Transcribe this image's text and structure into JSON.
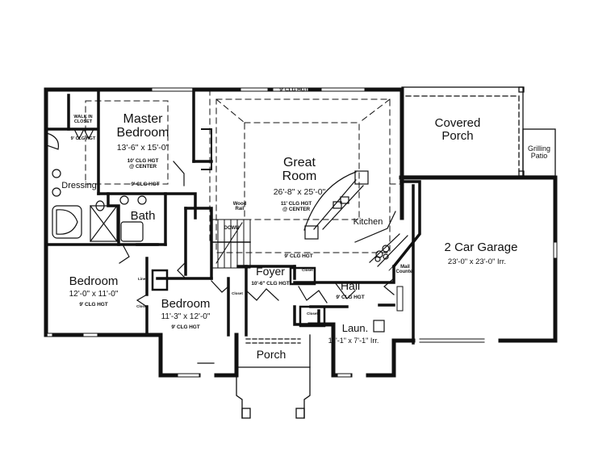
{
  "plan": {
    "rooms": {
      "walk_in_closet": {
        "name": "WALK IN\nCLOSET",
        "line1": "WALK IN",
        "line2": "CLOSET",
        "clg": "9' CLG HGT"
      },
      "master_bedroom": {
        "name1": "Master",
        "name2": "Bedroom",
        "dims": "13'-6\" x 15'-0\"",
        "clg1": "10' CLG HGT",
        "clg2": "@ CENTER",
        "clg_edge": "9' CLG HGT"
      },
      "dressing": {
        "name": "Dressing"
      },
      "bath": {
        "name": "Bath"
      },
      "great_room": {
        "name1": "Great",
        "name2": "Room",
        "dims": "26'-8\" x 25'-0\"",
        "clg1": "11' CLG HGT",
        "clg2": "@ CENTER",
        "clg_top": "9' CLG HGT",
        "clg_bottom": "9' CLG HGT"
      },
      "kitchen": {
        "name": "Kitchen"
      },
      "covered_porch": {
        "name1": "Covered",
        "name2": "Porch"
      },
      "grilling_patio": {
        "name1": "Grilling",
        "name2": "Patio"
      },
      "garage": {
        "name": "2 Car Garage",
        "dims": "23'-0\" x 23'-0\" Irr."
      },
      "bedroom_2": {
        "name": "Bedroom",
        "dims": "12'-0\" x 11'-0\"",
        "clg": "9' CLG HGT"
      },
      "bedroom_3": {
        "name": "Bedroom",
        "dims": "11'-3\" x 12'-0\"",
        "clg": "9' CLG HGT"
      },
      "foyer": {
        "name": "Foyer",
        "clg": "10'-6\" CLG HGT"
      },
      "hall": {
        "name": "Hall",
        "clg": "9' CLG HGT"
      },
      "laundry": {
        "name": "Laun.",
        "dims": "11'-1\" x 7'-1\" Irr."
      },
      "porch": {
        "name": "Porch"
      }
    },
    "annotations": {
      "wood_rail1": "Wood",
      "wood_rail2": "Rail",
      "stairs": "DOWN",
      "mail_counter1": "Mail",
      "mail_counter2": "Counter",
      "linen": "Linen",
      "closet": "Closet"
    }
  }
}
